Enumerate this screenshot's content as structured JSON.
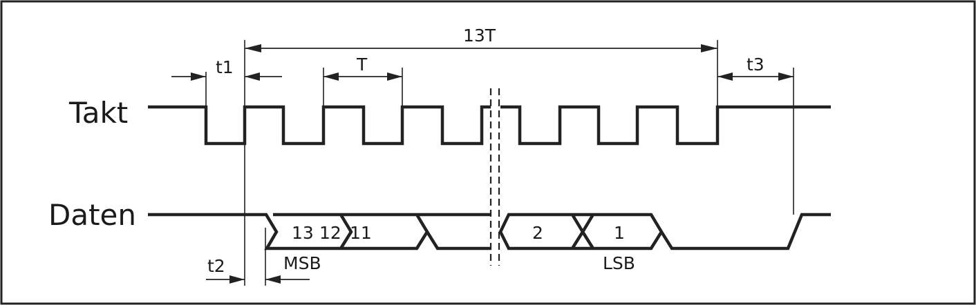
{
  "signals": {
    "clock_label": "Takt",
    "data_label": "Daten"
  },
  "timing": {
    "t1": "t1",
    "t2": "t2",
    "t3": "t3",
    "period": "T",
    "total": "13T"
  },
  "bits": {
    "b13": "13",
    "b12": "12",
    "b11": "11",
    "b2": "2",
    "b1": "1",
    "msb": "MSB",
    "lsb": "LSB"
  }
}
